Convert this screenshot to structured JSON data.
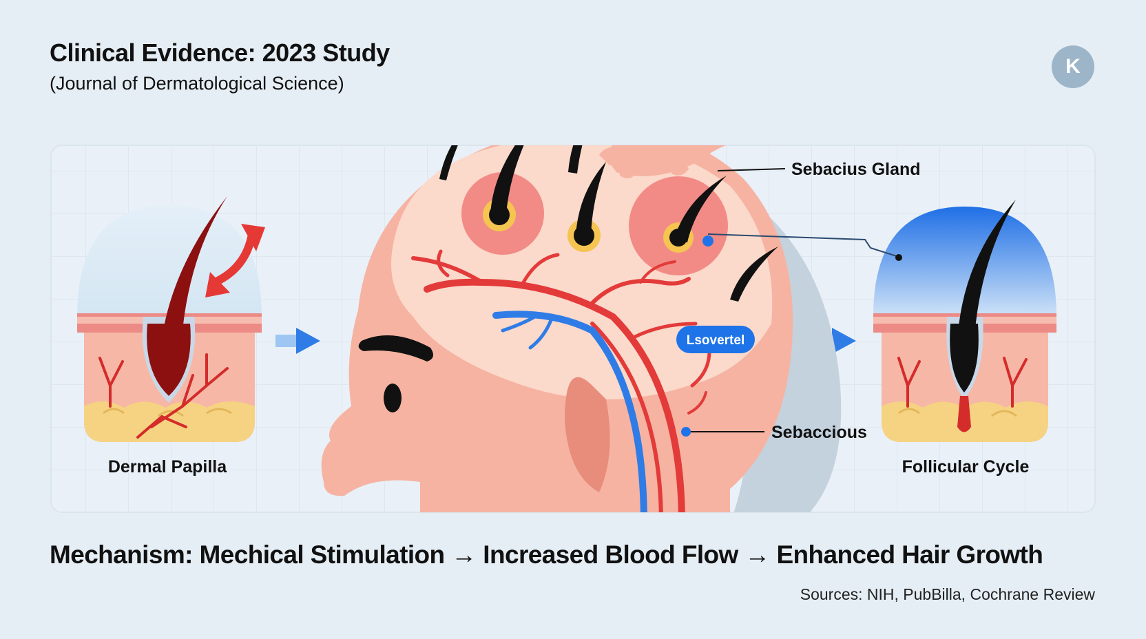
{
  "header": {
    "title": "Clinical Evidence: 2023 Study",
    "subtitle": "(Journal of Dermatological Science)"
  },
  "avatar": {
    "initial": "K"
  },
  "diagram": {
    "labels": {
      "dermal_papilla": "Dermal Papilla",
      "sebaceous_gland": "Sebacius Gland",
      "badge": "Lsovertel",
      "sebaceous": "Sebaccious",
      "follicular_cycle": "Follicular Cycle"
    }
  },
  "footer": {
    "mechanism": "Mechanism: Mechical Stimulation → Increased Blood Flow → Enhanced Hair Growth",
    "sources": "Sources: NIH, PubBilla, Cochrane Review"
  },
  "colors": {
    "background": "#e6eef5",
    "skin": "#f6b3a2",
    "artery": "#e33a3a",
    "vein": "#2f7ce6",
    "hair": "#111111",
    "follicle_dark": "#8c1010",
    "fat": "#f5d382",
    "accent_blue": "#1e73e8"
  },
  "icons": [
    "arrow-right-icon",
    "curved-double-arrow-icon",
    "hand-icon"
  ]
}
